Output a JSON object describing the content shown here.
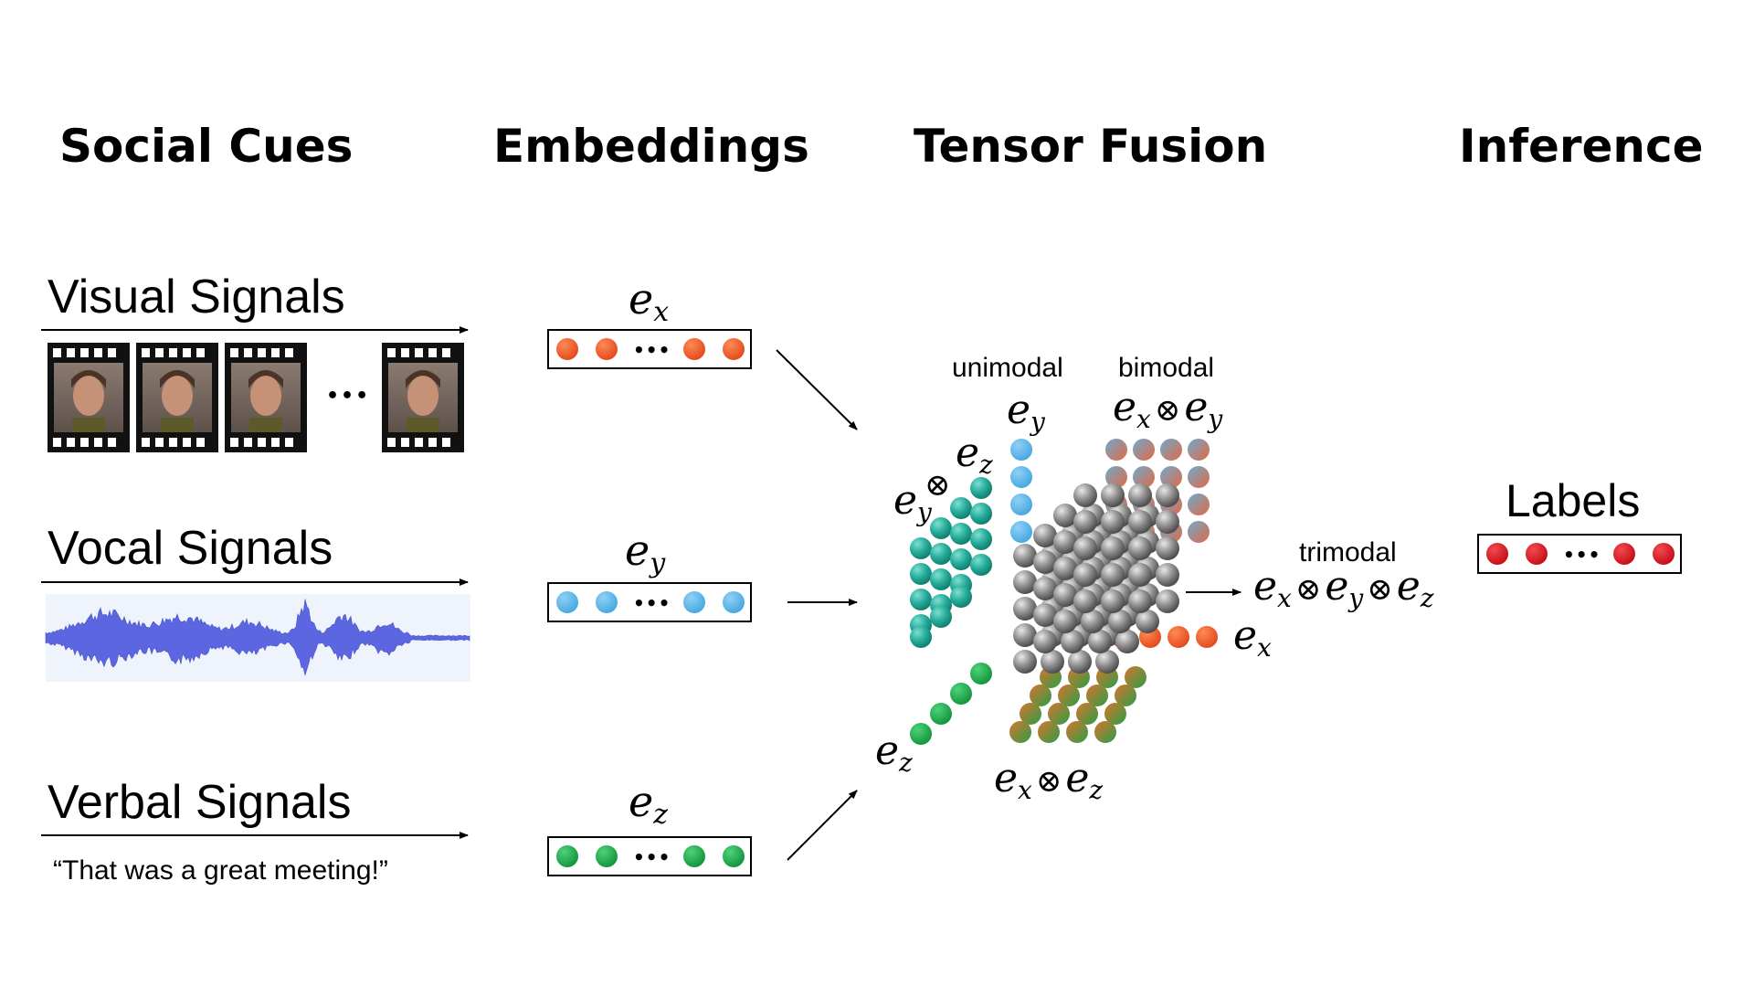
{
  "headers": {
    "social_cues": "Social Cues",
    "embeddings": "Embeddings",
    "tensor_fusion": "Tensor Fusion",
    "inference": "Inference"
  },
  "signals": {
    "visual": "Visual Signals",
    "vocal": "Vocal Signals",
    "verbal": "Verbal Signals",
    "verbal_quote": "“That was a great meeting!”"
  },
  "embeddings": {
    "x": {
      "base": "e",
      "sub": "x",
      "color": "#ea5a2c"
    },
    "y": {
      "base": "e",
      "sub": "y",
      "color": "#57b3e8"
    },
    "z": {
      "base": "e",
      "sub": "z",
      "color": "#21a84f"
    },
    "ellipsis": "•••"
  },
  "fusion": {
    "unimodal": "unimodal",
    "bimodal": "bimodal",
    "trimodal": "trimodal",
    "otimes": "⊗",
    "ex": {
      "base": "e",
      "sub": "x"
    },
    "ey": {
      "base": "e",
      "sub": "y"
    },
    "ez": {
      "base": "e",
      "sub": "z"
    }
  },
  "inference": {
    "labels": "Labels",
    "color": "#d8141c",
    "ellipsis": "•••"
  },
  "colors": {
    "teal_sphere": "#2bb5a8",
    "gray_sphere": "#8a8a8a",
    "waveform": "#5b66e0",
    "waveform_bg": "#eef3fc"
  }
}
